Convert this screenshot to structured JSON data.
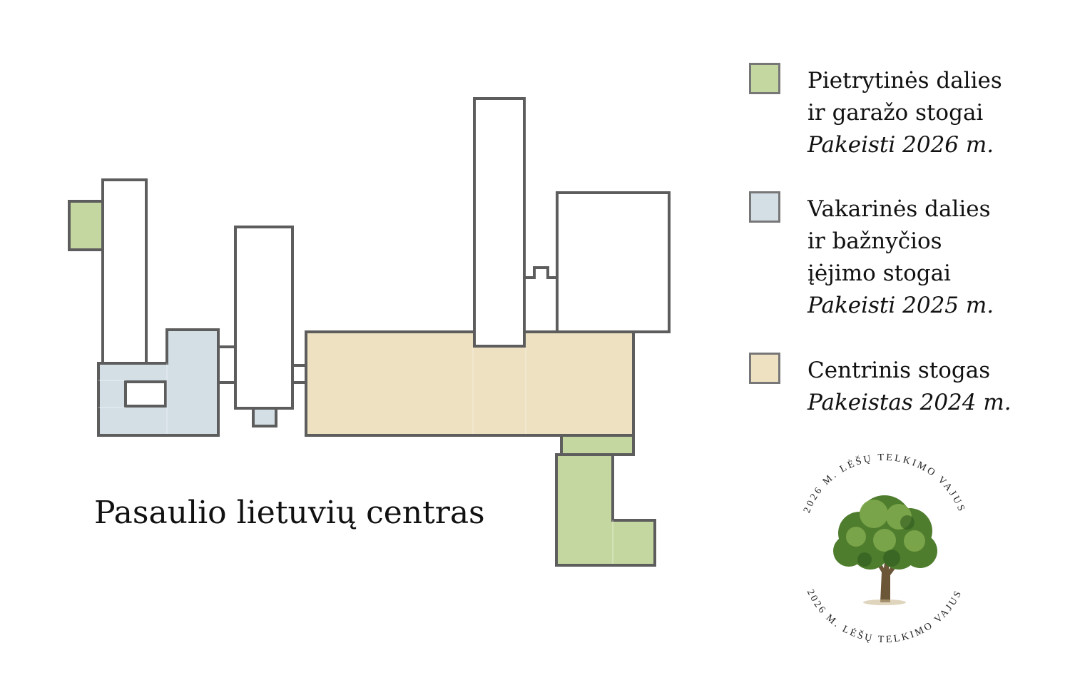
{
  "colors": {
    "outline": "#5d5d5d",
    "southeast_green": "#c5d7a0",
    "west_blue": "#d3dfe5",
    "central_beige": "#ede1c1",
    "swatch_border": "#777777"
  },
  "title": "Pasaulio lietuvių centras",
  "legend": [
    {
      "key": "southeast",
      "lines": [
        "Pietrytinės dalies",
        "ir garažo stogai"
      ],
      "note": "Pakeisti 2026 m.",
      "color": "#c5d7a0"
    },
    {
      "key": "west",
      "lines": [
        "Vakarinės dalies",
        "ir bažnyčios",
        "įėjimo stogai"
      ],
      "note": "Pakeisti 2025 m.",
      "color": "#d3dfe5"
    },
    {
      "key": "central",
      "lines": [
        "Centrinis stogas"
      ],
      "note": "Pakeistas 2024 m.",
      "color": "#ede1c1"
    }
  ],
  "seal": {
    "ring_text": "2026 M. LĖŠŲ TELKIMO VAJUS",
    "icon": "tree-icon"
  }
}
